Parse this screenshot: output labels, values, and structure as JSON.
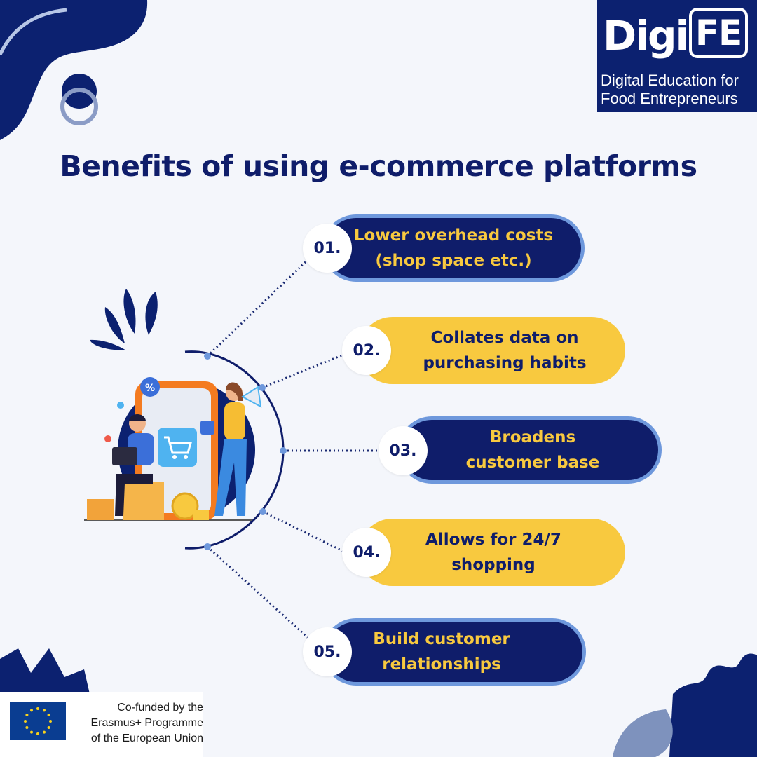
{
  "logo": {
    "word_digi": "Digi",
    "word_fe": "FE",
    "subtitle_line1": "Digital Education for",
    "subtitle_line2": "Food Entrepreneurs"
  },
  "title": "Benefits of using e-commerce platforms",
  "benefits": [
    {
      "number": "01.",
      "text": "Lower overhead costs\n(shop space etc.)",
      "style": "navy"
    },
    {
      "number": "02.",
      "text": "Collates data on\npurchasing habits",
      "style": "yellow"
    },
    {
      "number": "03.",
      "text": "Broadens\ncustomer base",
      "style": "navy"
    },
    {
      "number": "04.",
      "text": "Allows for 24/7\nshopping",
      "style": "yellow"
    },
    {
      "number": "05.",
      "text": "Build customer\nrelationships",
      "style": "navy"
    }
  ],
  "illustration": {
    "percent_badge": "%"
  },
  "footer": {
    "cofunded_text": "Co-funded by the\nErasmus+ Programme\nof the European Union"
  },
  "colors": {
    "navy": "#0f1d6a",
    "yellow": "#f8c93f",
    "light_blue": "#6e98dc",
    "background": "#f4f6fb"
  }
}
